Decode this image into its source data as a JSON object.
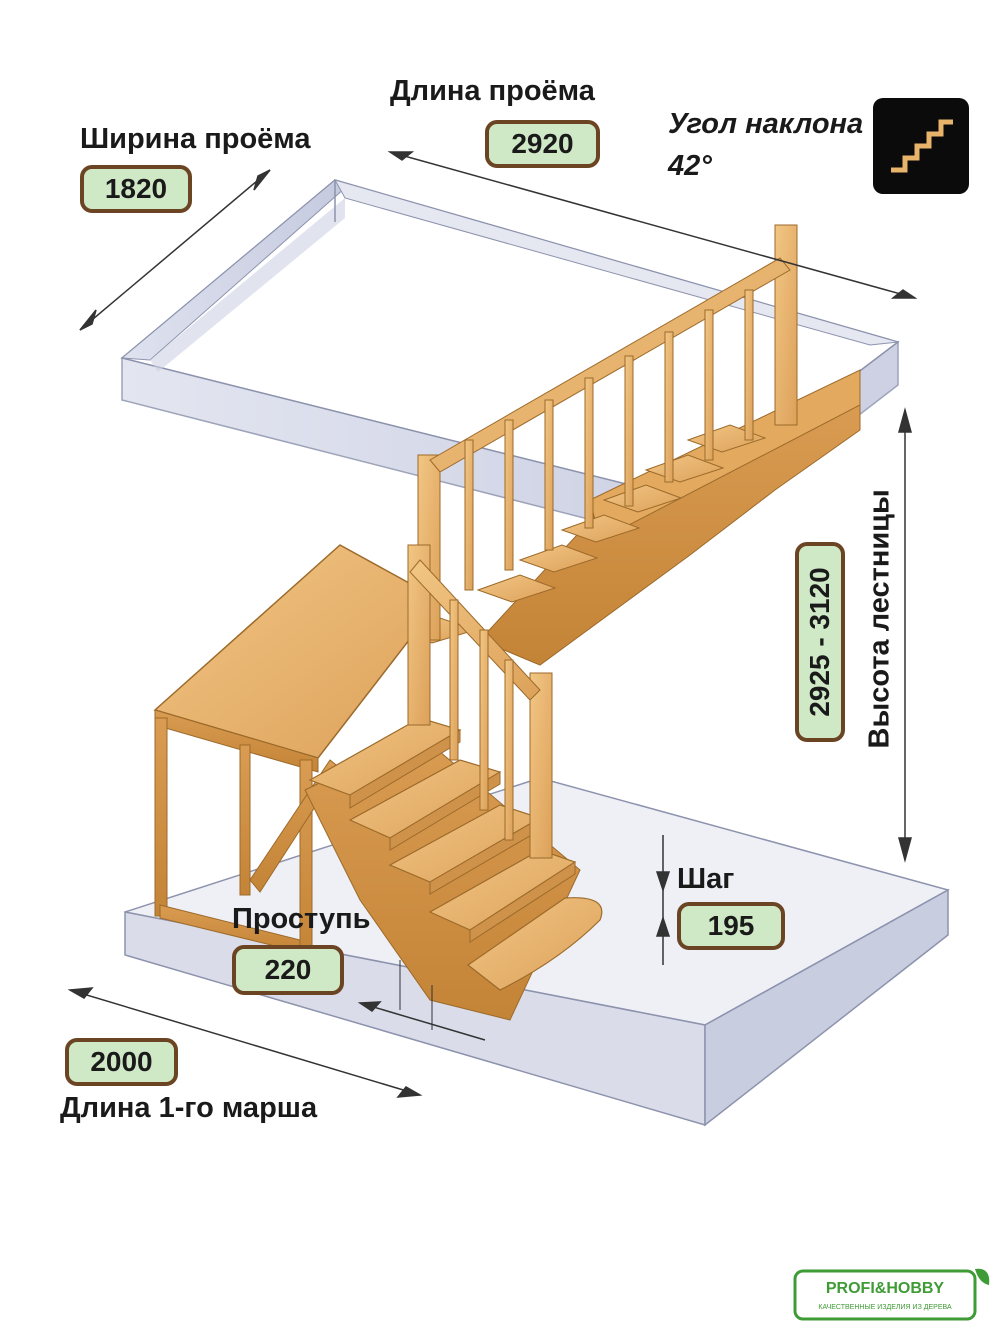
{
  "labels": {
    "opening_width": "Ширина проёма",
    "opening_length": "Длина проёма",
    "slope_angle": "Угол наклона",
    "slope_value": "42°",
    "stair_height": "Высота лестницы",
    "step_rise": "Шаг",
    "tread_depth": "Проступь",
    "first_flight_length": "Длина 1-го марша"
  },
  "values": {
    "opening_width": "1820",
    "opening_length": "2920",
    "stair_height": "2925 - 3120",
    "step_rise": "195",
    "tread_depth": "220",
    "first_flight_length": "2000"
  },
  "logo": {
    "brand": "PROFI&HOBBY",
    "tagline": "КАЧЕСТВЕННЫЕ ИЗДЕЛИЯ ИЗ ДЕРЕВА"
  },
  "colors": {
    "wood": "#e8b36a",
    "wood_dark": "#c98b3e",
    "glass": "#c8cde3",
    "value_fill": "#cfe9c6",
    "value_border": "#6b4423",
    "logo_green": "#3f9b35"
  }
}
